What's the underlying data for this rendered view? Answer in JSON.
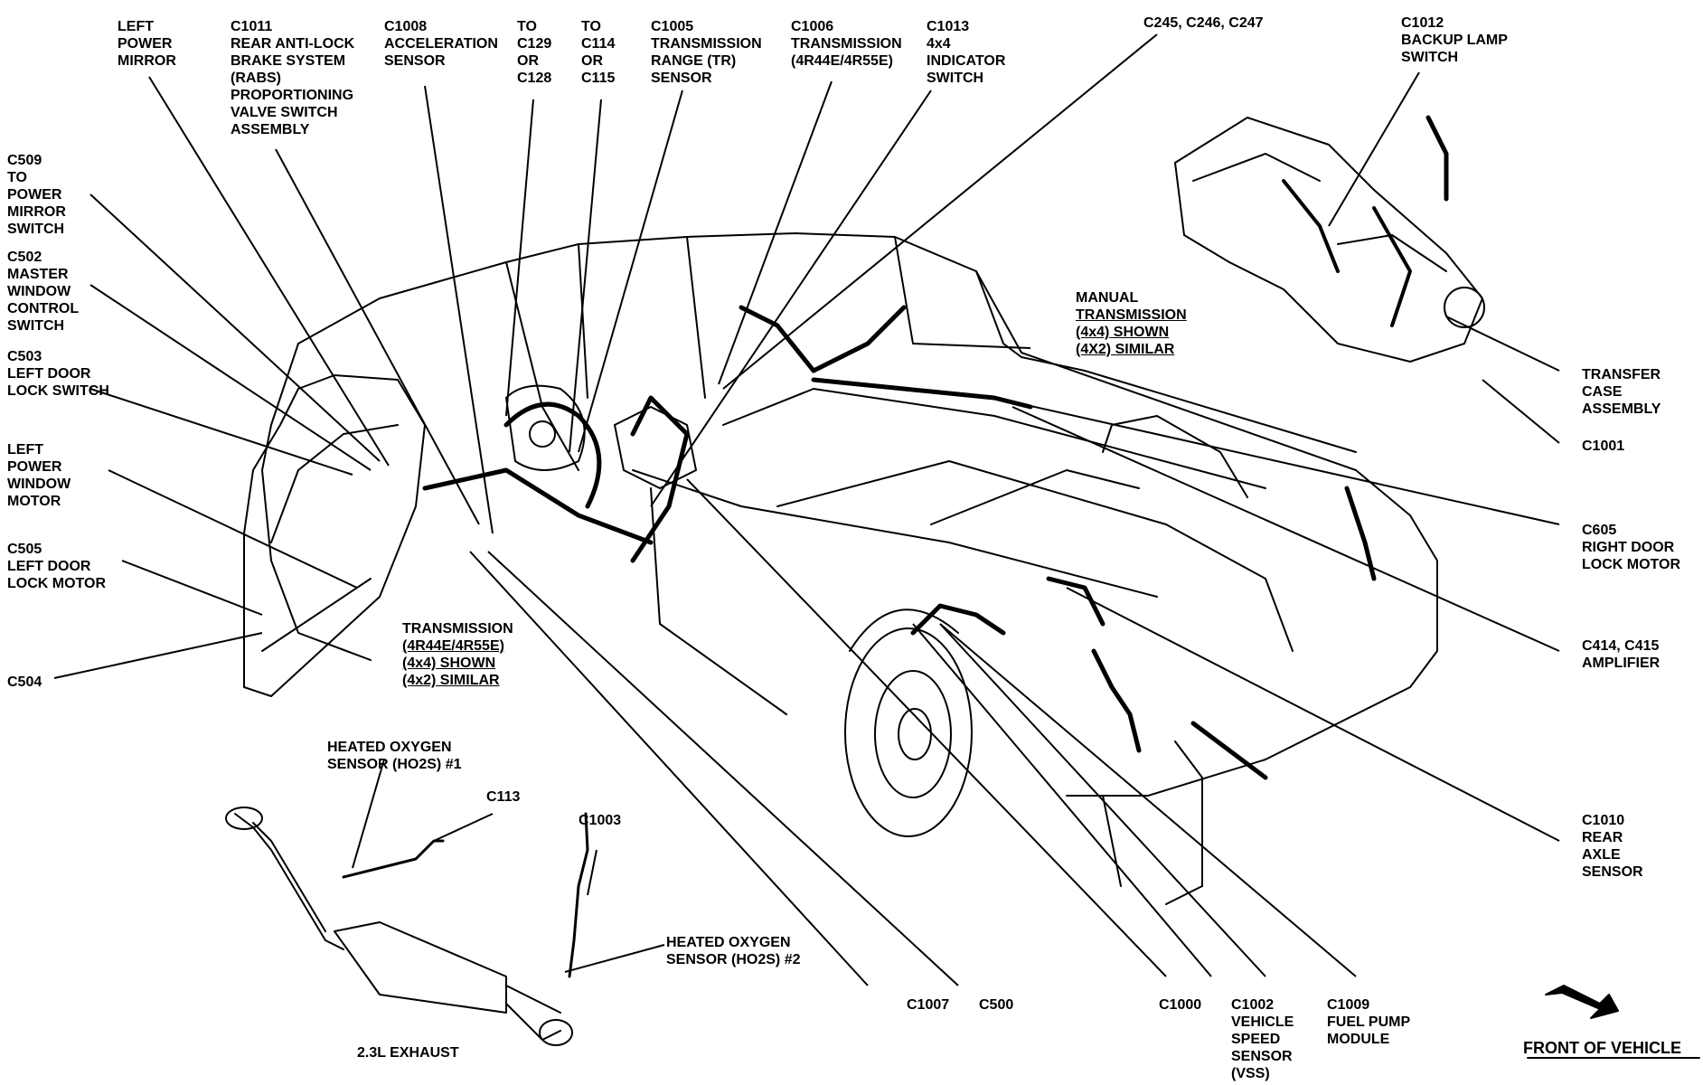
{
  "diagram": {
    "labels": {
      "left_power_mirror": [
        "LEFT",
        "POWER",
        "MIRROR"
      ],
      "c1011": [
        "C1011",
        "REAR ANTI-LOCK",
        "BRAKE SYSTEM",
        "(RABS)",
        "PROPORTIONING",
        "VALVE SWITCH",
        "ASSEMBLY"
      ],
      "c1008": [
        "C1008",
        "ACCELERATION",
        "SENSOR"
      ],
      "to_c129": [
        "TO",
        "C129",
        "OR",
        "C128"
      ],
      "to_c114": [
        "TO",
        "C114",
        "OR",
        "C115"
      ],
      "c1005": [
        "C1005",
        "TRANSMISSION",
        "RANGE (TR)",
        "SENSOR"
      ],
      "c1006": [
        "C1006",
        "TRANSMISSION",
        "(4R44E/4R55E)"
      ],
      "c1013": [
        "C1013",
        "4x4",
        "INDICATOR",
        "SWITCH"
      ],
      "c245": [
        "C245, C246, C247"
      ],
      "c1012": [
        "C1012",
        "BACKUP LAMP",
        "SWITCH"
      ],
      "c509": [
        "C509",
        "TO",
        "POWER",
        "MIRROR",
        "SWITCH"
      ],
      "c502": [
        "C502",
        "MASTER",
        "WINDOW",
        "CONTROL",
        "SWITCH"
      ],
      "c503": [
        "C503",
        "LEFT DOOR",
        "LOCK SWITCH"
      ],
      "left_power_window_motor": [
        "LEFT",
        "POWER",
        "WINDOW",
        "MOTOR"
      ],
      "c505": [
        "C505",
        "LEFT DOOR",
        "LOCK MOTOR"
      ],
      "c504": [
        "C504"
      ],
      "manual_transmission": [
        "MANUAL",
        "TRANSMISSION",
        "(4x4) SHOWN",
        "(4X2) SIMILAR"
      ],
      "transfer_case": [
        "TRANSFER",
        "CASE",
        "ASSEMBLY"
      ],
      "c1001": [
        "C1001"
      ],
      "c605": [
        "C605",
        "RIGHT DOOR",
        "LOCK MOTOR"
      ],
      "c414": [
        "C414, C415",
        "AMPLIFIER"
      ],
      "transmission_auto": [
        "TRANSMISSION",
        "(4R44E/4R55E)",
        "(4x4) SHOWN",
        "(4x2) SIMILAR"
      ],
      "ho2s_1": [
        "HEATED OXYGEN",
        "SENSOR (HO2S) #1"
      ],
      "c113": [
        "C113"
      ],
      "c1003": [
        "C1003"
      ],
      "ho2s_2": [
        "HEATED OXYGEN",
        "SENSOR (HO2S) #2"
      ],
      "c1010": [
        "C1010",
        "REAR",
        "AXLE",
        "SENSOR"
      ],
      "c1007": [
        "C1007"
      ],
      "c500": [
        "C500"
      ],
      "c1000": [
        "C1000"
      ],
      "c1002": [
        "C1002",
        "VEHICLE",
        "SPEED",
        "SENSOR",
        "(VSS)"
      ],
      "c1009": [
        "C1009",
        "FUEL PUMP",
        "MODULE"
      ],
      "exhaust": [
        "2.3L EXHAUST"
      ],
      "front_of_vehicle": [
        "FRONT OF VEHICLE"
      ]
    }
  }
}
